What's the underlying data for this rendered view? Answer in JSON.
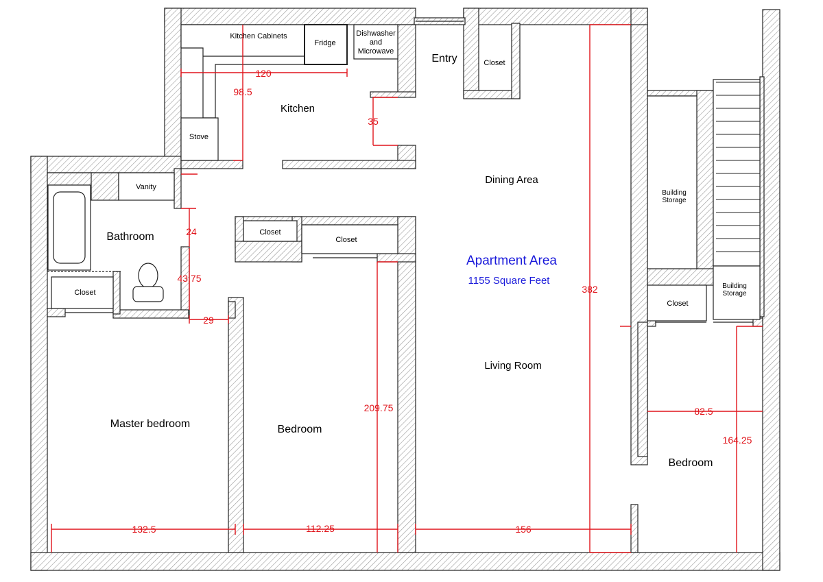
{
  "colors": {
    "wall_stroke": "#222222",
    "wall_fill": "url(#hatch)",
    "dimension": "#e0141b",
    "title": "#1a1adb",
    "text": "#000000"
  },
  "title": {
    "heading": "Apartment Area",
    "subheading": "1155 Square Feet"
  },
  "rooms": {
    "kitchen_cabinets": "Kitchen Cabinets",
    "fridge": "Fridge",
    "dishwasher_line1": "Dishwasher",
    "dishwasher_line2": "and",
    "dishwasher_line3": "Microwave",
    "entry": "Entry",
    "entry_closet": "Closet",
    "kitchen": "Kitchen",
    "stove": "Stove",
    "dining": "Dining Area",
    "vanity": "Vanity",
    "bathroom": "Bathroom",
    "bath_closet": "Closet",
    "closet_a": "Closet",
    "closet_b": "Closet",
    "storage1_line1": "Building",
    "storage1_line2": "Storage",
    "storage2_line1": "Building",
    "storage2_line2": "Storage",
    "right_closet": "Closet",
    "living": "Living Room",
    "master": "Master bedroom",
    "bedroom_mid": "Bedroom",
    "bedroom_right": "Bedroom"
  },
  "dimensions": {
    "kitchen_width": "120",
    "kitchen_depth": "98.5",
    "kitchen_opening": "35",
    "bath_gap": "24",
    "bath_depth": "43.75",
    "bath_door": "29",
    "living_length": "382",
    "bedroom_mid_length": "209.75",
    "bedroom_right_width": "82.5",
    "bedroom_right_length": "164.25",
    "master_width": "132.5",
    "bedroom_mid_width": "112.25",
    "living_width": "156"
  }
}
